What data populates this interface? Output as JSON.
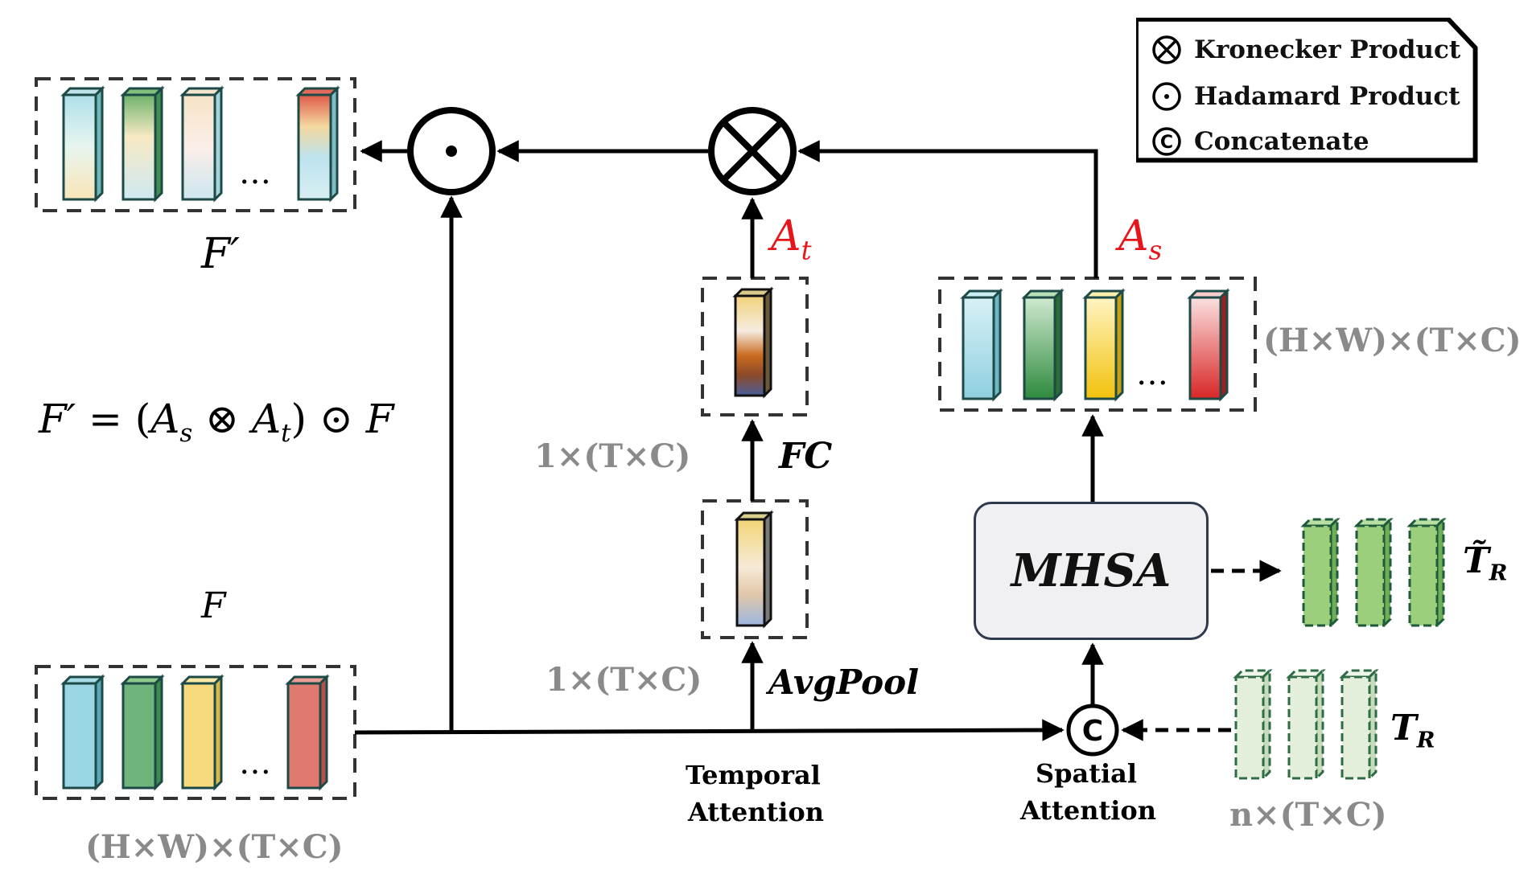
{
  "legend": {
    "kronecker": "Kronecker Product",
    "hadamard": "Hadamard Product",
    "concatenate": "Concatenate"
  },
  "labels": {
    "f_prime": "F′",
    "f": "F",
    "equation": "F′ = (A_s ⊗ A_t) ⊙ F",
    "a_t": "A_t",
    "a_s": "A_s",
    "fc": "FC",
    "avgpool": "AvgPool",
    "mhsa": "MHSA",
    "temporal_attention_line1": "Temporal",
    "temporal_attention_line2": "Attention",
    "spatial_attention_line1": "Spatial",
    "spatial_attention_line2": "Attention",
    "tilde_t_r": "T̃_R",
    "t_r": "T_R"
  },
  "dims": {
    "as_shape": "(H×W)×(T×C)",
    "f_shape": "(H×W)×(T×C)",
    "fc_shape": "1×(T×C)",
    "avgpool_shape": "1×(T×C)",
    "tokens_shape": "n×(T×C)"
  },
  "ellipsis": "…",
  "colors": {
    "red_label": "#e8141a",
    "gray_label": "#8a8a8a",
    "token_green": "#9ccf7c",
    "token_light": "#e3efdb"
  }
}
